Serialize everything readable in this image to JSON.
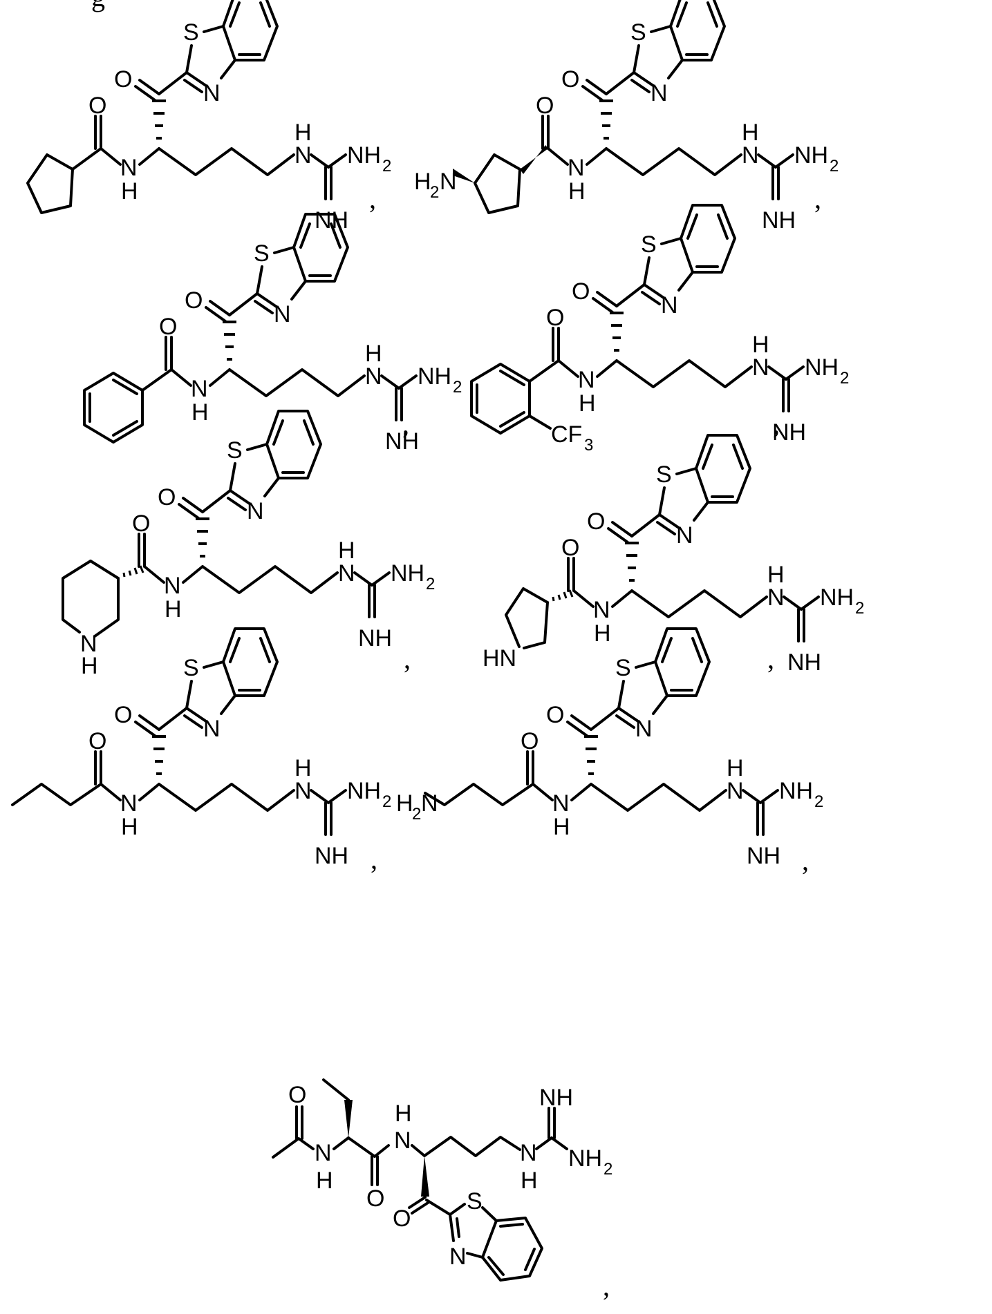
{
  "page": {
    "top_fragment": "g",
    "separator": ","
  },
  "atoms": {
    "S": "S",
    "N": "N",
    "O": "O",
    "H": "H",
    "NH": "NH",
    "NH2": "NH",
    "sub2": "2",
    "H2N": "N",
    "H2": "H",
    "HN": "HN",
    "CF": "CF",
    "sub3": "3"
  },
  "compounds": [
    {
      "id": 1,
      "acyl_group": "cyclopentanecarbonyl",
      "name": "N-(cyclopentanecarbonyl)-arginine benzothiazol-2-yl ketone"
    },
    {
      "id": 2,
      "acyl_group": "(1R,3S)-3-aminocyclopentanecarbonyl",
      "name": "N-(3-aminocyclopentanecarbonyl)-arginine benzothiazol-2-yl ketone"
    },
    {
      "id": 3,
      "acyl_group": "benzoyl",
      "name": "N-benzoyl-arginine benzothiazol-2-yl ketone"
    },
    {
      "id": 4,
      "acyl_group": "2-(trifluoromethyl)benzoyl",
      "name": "N-[2-(trifluoromethyl)benzoyl]-arginine benzothiazol-2-yl ketone"
    },
    {
      "id": 5,
      "acyl_group": "piperidine-3-carbonyl",
      "name": "N-(piperidine-3-carbonyl)-arginine benzothiazol-2-yl ketone"
    },
    {
      "id": 6,
      "acyl_group": "pyrrolidine-3-carbonyl",
      "name": "N-(pyrrolidine-3-carbonyl)-arginine benzothiazol-2-yl ketone"
    },
    {
      "id": 7,
      "acyl_group": "butanoyl",
      "name": "N-butanoyl-arginine benzothiazol-2-yl ketone"
    },
    {
      "id": 8,
      "acyl_group": "4-aminobutanoyl",
      "name": "N-(4-aminobutanoyl)-arginine benzothiazol-2-yl ketone"
    },
    {
      "id": 9,
      "acyl_group": "N-acetyl-2-aminobutanoyl",
      "name": "Ac-Abu-arginine benzothiazol-2-yl ketone"
    }
  ]
}
